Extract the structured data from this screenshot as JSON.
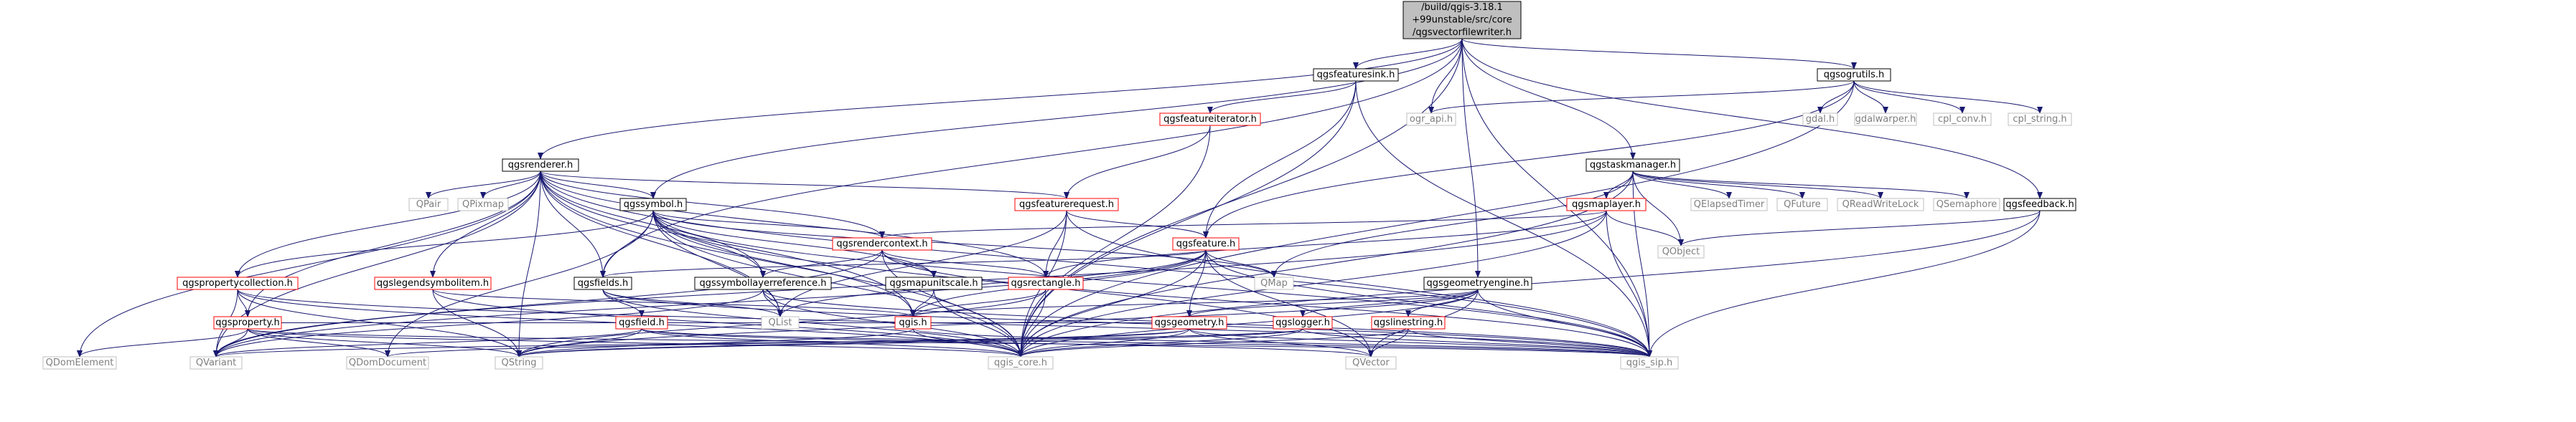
{
  "colors": {
    "edge": "#191970",
    "root_fill": "#bfbfbf",
    "root_stroke": "#000000",
    "linked_stroke": "#000000",
    "partial_stroke": "#ff0000",
    "external_stroke": "#bfbfbf",
    "external_text": "#7f7f7f",
    "text": "#000000"
  },
  "nodes": [
    {
      "id": "root",
      "lines": [
        "/build/qgis-3.18.1",
        "+99unstable/src/core",
        "/qgsvectorfilewriter.h"
      ],
      "kind": "root"
    },
    {
      "id": "qgsrenderer",
      "lines": [
        "qgsrenderer.h"
      ],
      "kind": "linked"
    },
    {
      "id": "qgsfeaturesink",
      "lines": [
        "qgsfeaturesink.h"
      ],
      "kind": "linked"
    },
    {
      "id": "qgsogrutils",
      "lines": [
        "qgsogrutils.h"
      ],
      "kind": "linked"
    },
    {
      "id": "qgsfeatureiterator",
      "lines": [
        "qgsfeatureiterator.h"
      ],
      "kind": "partial"
    },
    {
      "id": "ogr_api",
      "lines": [
        "ogr_api.h"
      ],
      "kind": "external"
    },
    {
      "id": "gdal",
      "lines": [
        "gdal.h"
      ],
      "kind": "external"
    },
    {
      "id": "gdalwarper",
      "lines": [
        "gdalwarper.h"
      ],
      "kind": "external"
    },
    {
      "id": "cpl_conv",
      "lines": [
        "cpl_conv.h"
      ],
      "kind": "external"
    },
    {
      "id": "cpl_string",
      "lines": [
        "cpl_string.h"
      ],
      "kind": "external"
    },
    {
      "id": "qgstaskmanager",
      "lines": [
        "qgstaskmanager.h"
      ],
      "kind": "linked"
    },
    {
      "id": "QPair",
      "lines": [
        "QPair"
      ],
      "kind": "external"
    },
    {
      "id": "QPixmap",
      "lines": [
        "QPixmap"
      ],
      "kind": "external"
    },
    {
      "id": "qgssymbol",
      "lines": [
        "qgssymbol.h"
      ],
      "kind": "linked"
    },
    {
      "id": "qgsfeaturerequest",
      "lines": [
        "qgsfeaturerequest.h"
      ],
      "kind": "partial"
    },
    {
      "id": "qgsmaplayer",
      "lines": [
        "qgsmaplayer.h"
      ],
      "kind": "partial"
    },
    {
      "id": "QElapsedTimer",
      "lines": [
        "QElapsedTimer"
      ],
      "kind": "external"
    },
    {
      "id": "QFuture",
      "lines": [
        "QFuture"
      ],
      "kind": "external"
    },
    {
      "id": "QReadWriteLock",
      "lines": [
        "QReadWriteLock"
      ],
      "kind": "external"
    },
    {
      "id": "QSemaphore",
      "lines": [
        "QSemaphore"
      ],
      "kind": "external"
    },
    {
      "id": "qgsfeedback",
      "lines": [
        "qgsfeedback.h"
      ],
      "kind": "linked"
    },
    {
      "id": "qgsrendercontext",
      "lines": [
        "qgsrendercontext.h"
      ],
      "kind": "partial"
    },
    {
      "id": "qgsfeature",
      "lines": [
        "qgsfeature.h"
      ],
      "kind": "partial"
    },
    {
      "id": "QObject",
      "lines": [
        "QObject"
      ],
      "kind": "external"
    },
    {
      "id": "qgspropertycollection",
      "lines": [
        "qgspropertycollection.h"
      ],
      "kind": "partial"
    },
    {
      "id": "qgslegendsymbolitem",
      "lines": [
        "qgslegendsymbolitem.h"
      ],
      "kind": "partial"
    },
    {
      "id": "qgsfields",
      "lines": [
        "qgsfields.h"
      ],
      "kind": "linked"
    },
    {
      "id": "qgssymbollayerreference",
      "lines": [
        "qgssymbollayerreference.h"
      ],
      "kind": "linked"
    },
    {
      "id": "qgsmapunitscale",
      "lines": [
        "qgsmapunitscale.h"
      ],
      "kind": "linked"
    },
    {
      "id": "qgsrectangle",
      "lines": [
        "qgsrectangle.h"
      ],
      "kind": "partial"
    },
    {
      "id": "QMap",
      "lines": [
        "QMap"
      ],
      "kind": "external"
    },
    {
      "id": "qgsgeometryengine",
      "lines": [
        "qgsgeometryengine.h"
      ],
      "kind": "linked"
    },
    {
      "id": "qgsproperty",
      "lines": [
        "qgsproperty.h"
      ],
      "kind": "partial"
    },
    {
      "id": "qgsfield",
      "lines": [
        "qgsfield.h"
      ],
      "kind": "partial"
    },
    {
      "id": "QList",
      "lines": [
        "QList"
      ],
      "kind": "external"
    },
    {
      "id": "qgis",
      "lines": [
        "qgis.h"
      ],
      "kind": "partial"
    },
    {
      "id": "qgsgeometry",
      "lines": [
        "qgsgeometry.h"
      ],
      "kind": "partial"
    },
    {
      "id": "qgslogger",
      "lines": [
        "qgslogger.h"
      ],
      "kind": "partial"
    },
    {
      "id": "qgslinestring",
      "lines": [
        "qgslinestring.h"
      ],
      "kind": "partial"
    },
    {
      "id": "QDomElement",
      "lines": [
        "QDomElement"
      ],
      "kind": "external"
    },
    {
      "id": "QVariant",
      "lines": [
        "QVariant"
      ],
      "kind": "external"
    },
    {
      "id": "QDomDocument",
      "lines": [
        "QDomDocument"
      ],
      "kind": "external"
    },
    {
      "id": "QString",
      "lines": [
        "QString"
      ],
      "kind": "external"
    },
    {
      "id": "qgis_core",
      "lines": [
        "qgis_core.h"
      ],
      "kind": "external"
    },
    {
      "id": "QVector",
      "lines": [
        "QVector"
      ],
      "kind": "external"
    },
    {
      "id": "qgis_sip",
      "lines": [
        "qgis_sip.h"
      ],
      "kind": "external"
    }
  ],
  "edges": [
    [
      "root",
      "qgsrenderer"
    ],
    [
      "root",
      "qgsfeaturesink"
    ],
    [
      "root",
      "qgsogrutils"
    ],
    [
      "root",
      "ogr_api"
    ],
    [
      "root",
      "qgstaskmanager"
    ],
    [
      "root",
      "qgssymbol"
    ],
    [
      "root",
      "qgsfields"
    ],
    [
      "root",
      "qgsgeometryengine"
    ],
    [
      "root",
      "qgis_sip"
    ],
    [
      "root",
      "qgsfeedback"
    ],
    [
      "root",
      "qgis_core"
    ],
    [
      "qgsfeaturesink",
      "qgsfeatureiterator"
    ],
    [
      "qgsfeaturesink",
      "qgsfeature"
    ],
    [
      "qgsfeaturesink",
      "qgis_core"
    ],
    [
      "qgsfeaturesink",
      "qgis_sip"
    ],
    [
      "qgsfeatureiterator",
      "qgsfeaturerequest"
    ],
    [
      "qgsfeatureiterator",
      "qgis_core"
    ],
    [
      "qgsogrutils",
      "ogr_api"
    ],
    [
      "qgsogrutils",
      "gdal"
    ],
    [
      "qgsogrutils",
      "gdalwarper"
    ],
    [
      "qgsogrutils",
      "cpl_conv"
    ],
    [
      "qgsogrutils",
      "cpl_string"
    ],
    [
      "qgsogrutils",
      "qgsfeature"
    ],
    [
      "qgsogrutils",
      "qgis_core"
    ],
    [
      "qgsrenderer",
      "QPair"
    ],
    [
      "qgsrenderer",
      "QPixmap"
    ],
    [
      "qgsrenderer",
      "qgssymbol"
    ],
    [
      "qgsrenderer",
      "qgsfeaturerequest"
    ],
    [
      "qgsrenderer",
      "qgsrendercontext"
    ],
    [
      "qgsrenderer",
      "qgspropertycollection"
    ],
    [
      "qgsrenderer",
      "qgslegendsymbolitem"
    ],
    [
      "qgsrenderer",
      "qgsfields"
    ],
    [
      "qgsrenderer",
      "qgssymbollayerreference"
    ],
    [
      "qgsrenderer",
      "qgsrectangle"
    ],
    [
      "qgsrenderer",
      "QList"
    ],
    [
      "qgsrenderer",
      "QString"
    ],
    [
      "qgsrenderer",
      "QDomElement"
    ],
    [
      "qgsrenderer",
      "QVariant"
    ],
    [
      "qgsrenderer",
      "qgis_core"
    ],
    [
      "qgsrenderer",
      "qgis_sip"
    ],
    [
      "qgsrenderer",
      "qgsproperty"
    ],
    [
      "qgsrenderer",
      "qgis"
    ],
    [
      "qgstaskmanager",
      "QElapsedTimer"
    ],
    [
      "qgstaskmanager",
      "QFuture"
    ],
    [
      "qgstaskmanager",
      "QReadWriteLock"
    ],
    [
      "qgstaskmanager",
      "QSemaphore"
    ],
    [
      "qgstaskmanager",
      "qgsmaplayer"
    ],
    [
      "qgstaskmanager",
      "QObject"
    ],
    [
      "qgstaskmanager",
      "qgis_core"
    ],
    [
      "qgstaskmanager",
      "qgis_sip"
    ],
    [
      "qgstaskmanager",
      "QMap"
    ],
    [
      "qgssymbol",
      "qgsrendercontext"
    ],
    [
      "qgssymbol",
      "qgsfields"
    ],
    [
      "qgssymbol",
      "qgssymbollayerreference"
    ],
    [
      "qgssymbol",
      "qgsmapunitscale"
    ],
    [
      "qgssymbol",
      "qgspropertycollection"
    ],
    [
      "qgssymbol",
      "QMap"
    ],
    [
      "qgssymbol",
      "QList"
    ],
    [
      "qgssymbol",
      "qgis_core"
    ],
    [
      "qgssymbol",
      "qgis_sip"
    ],
    [
      "qgssymbol",
      "QDomDocument"
    ],
    [
      "qgssymbol",
      "qgis"
    ],
    [
      "qgssymbol",
      "QVector"
    ],
    [
      "qgsfeaturerequest",
      "qgsfeature"
    ],
    [
      "qgsfeaturerequest",
      "qgsrectangle"
    ],
    [
      "qgsfeaturerequest",
      "qgis_core"
    ],
    [
      "qgsfeaturerequest",
      "qgis_sip"
    ],
    [
      "qgsfeaturerequest",
      "QList"
    ],
    [
      "qgsmaplayer",
      "qgsrendercontext"
    ],
    [
      "qgsmaplayer",
      "QObject"
    ],
    [
      "qgsmaplayer",
      "qgis_core"
    ],
    [
      "qgsmaplayer",
      "qgis_sip"
    ],
    [
      "qgsmaplayer",
      "QVariant"
    ],
    [
      "qgsmaplayer",
      "qgsrectangle"
    ],
    [
      "qgsfeedback",
      "QObject"
    ],
    [
      "qgsfeedback",
      "qgis_core"
    ],
    [
      "qgsfeedback",
      "qgis_sip"
    ],
    [
      "qgsrendercontext",
      "qgssymbollayerreference"
    ],
    [
      "qgsrendercontext",
      "qgsmapunitscale"
    ],
    [
      "qgsrendercontext",
      "qgsrectangle"
    ],
    [
      "qgsrendercontext",
      "qgis_core"
    ],
    [
      "qgsrendercontext",
      "qgis_sip"
    ],
    [
      "qgsrendercontext",
      "QVariant"
    ],
    [
      "qgsfeature",
      "qgsfields"
    ],
    [
      "qgsfeature",
      "qgsgeometry"
    ],
    [
      "qgsfeature",
      "qgis_core"
    ],
    [
      "qgsfeature",
      "qgis_sip"
    ],
    [
      "qgsfeature",
      "QMap"
    ],
    [
      "qgsfeature",
      "QList"
    ],
    [
      "qgsfeature",
      "QVariant"
    ],
    [
      "qgsfeature",
      "QVector"
    ],
    [
      "qgsfeature",
      "qgis"
    ],
    [
      "qgspropertycollection",
      "qgsproperty"
    ],
    [
      "qgspropertycollection",
      "QString"
    ],
    [
      "qgspropertycollection",
      "QVariant"
    ],
    [
      "qgspropertycollection",
      "qgis_core"
    ],
    [
      "qgspropertycollection",
      "qgis_sip"
    ],
    [
      "qgslegendsymbolitem",
      "qgis_core"
    ],
    [
      "qgslegendsymbolitem",
      "QString"
    ],
    [
      "qgslegendsymbolitem",
      "qgis"
    ],
    [
      "qgsfields",
      "qgsfield"
    ],
    [
      "qgsfields",
      "qgis_core"
    ],
    [
      "qgsfields",
      "qgis_sip"
    ],
    [
      "qgsfields",
      "QList"
    ],
    [
      "qgssymbollayerreference",
      "QList"
    ],
    [
      "qgssymbollayerreference",
      "qgis_core"
    ],
    [
      "qgssymbollayerreference",
      "qgis_sip"
    ],
    [
      "qgssymbollayerreference",
      "QVariant"
    ],
    [
      "qgsmapunitscale",
      "qgis"
    ],
    [
      "qgsmapunitscale",
      "qgis_core"
    ],
    [
      "qgsrectangle",
      "qgis"
    ],
    [
      "qgsrectangle",
      "qgis_core"
    ],
    [
      "qgsrectangle",
      "QString"
    ],
    [
      "qgsgeometryengine",
      "qgis"
    ],
    [
      "qgsgeometryengine",
      "qgsgeometry"
    ],
    [
      "qgsgeometryengine",
      "qgslogger"
    ],
    [
      "qgsgeometryengine",
      "qgslinestring"
    ],
    [
      "qgsgeometryengine",
      "qgis_core"
    ],
    [
      "qgsgeometryengine",
      "qgis_sip"
    ],
    [
      "qgsgeometryengine",
      "QVector"
    ],
    [
      "qgsgeometryengine",
      "QString"
    ],
    [
      "qgsproperty",
      "QDomElement"
    ],
    [
      "qgsproperty",
      "QVariant"
    ],
    [
      "qgsproperty",
      "QDomDocument"
    ],
    [
      "qgsproperty",
      "QString"
    ],
    [
      "qgsproperty",
      "qgis_core"
    ],
    [
      "qgsproperty",
      "qgis_sip"
    ],
    [
      "qgsproperty",
      "qgis"
    ],
    [
      "qgsfield",
      "qgis_core"
    ],
    [
      "qgsfield",
      "QString"
    ],
    [
      "qgsfield",
      "QVariant"
    ],
    [
      "qgsfield",
      "qgis_sip"
    ],
    [
      "qgsfield",
      "QVector"
    ],
    [
      "qgis",
      "qgis_core"
    ],
    [
      "qgis",
      "qgis_sip"
    ],
    [
      "qgis",
      "QString"
    ],
    [
      "qgsgeometry",
      "qgis_core"
    ],
    [
      "qgsgeometry",
      "qgis_sip"
    ],
    [
      "qgsgeometry",
      "QString"
    ],
    [
      "qgsgeometry",
      "QDomDocument"
    ],
    [
      "qgsgeometry",
      "QVector"
    ],
    [
      "qgsgeometry",
      "qgis"
    ],
    [
      "qgslogger",
      "qgis_core"
    ],
    [
      "qgslogger",
      "qgis_sip"
    ],
    [
      "qgslogger",
      "QString"
    ],
    [
      "qgslogger",
      "QVariant"
    ],
    [
      "qgslinestring",
      "qgis_core"
    ],
    [
      "qgslinestring",
      "qgis_sip"
    ],
    [
      "qgslinestring",
      "QVector"
    ]
  ]
}
